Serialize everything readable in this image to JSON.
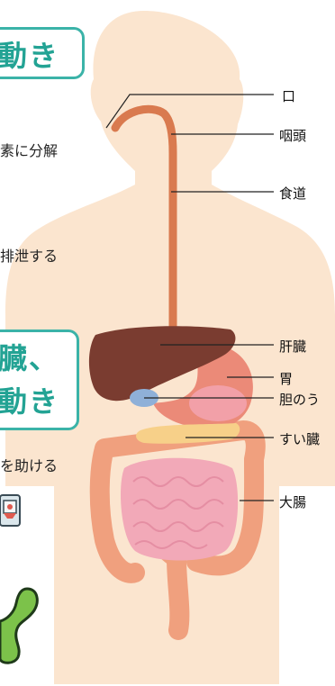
{
  "left_column": {
    "heading_1": "動き",
    "text_1": "素に分解",
    "text_2": "排泄する",
    "heading_2_line_1": "臓、",
    "heading_2_line_2": "動き",
    "text_3": "を助ける"
  },
  "organ_labels": [
    "口",
    "咽頭",
    "食道",
    "肝臓",
    "胃",
    "胆のう",
    "すい臓",
    "大腸"
  ],
  "colors": {
    "accent": "#3bb3a8",
    "body_silhouette": "#fbe5cf",
    "esophagus": "#d97a4f",
    "liver": "#7a3c30",
    "stomach": "#eb8a78",
    "gallbladder": "#8fb0d8",
    "pancreas": "#f7d089",
    "large_intestine": "#f0a07e",
    "small_intestine": "#f2a9b8"
  },
  "icons": [
    "bin-pictogram-icon",
    "green-stomach-icon"
  ]
}
